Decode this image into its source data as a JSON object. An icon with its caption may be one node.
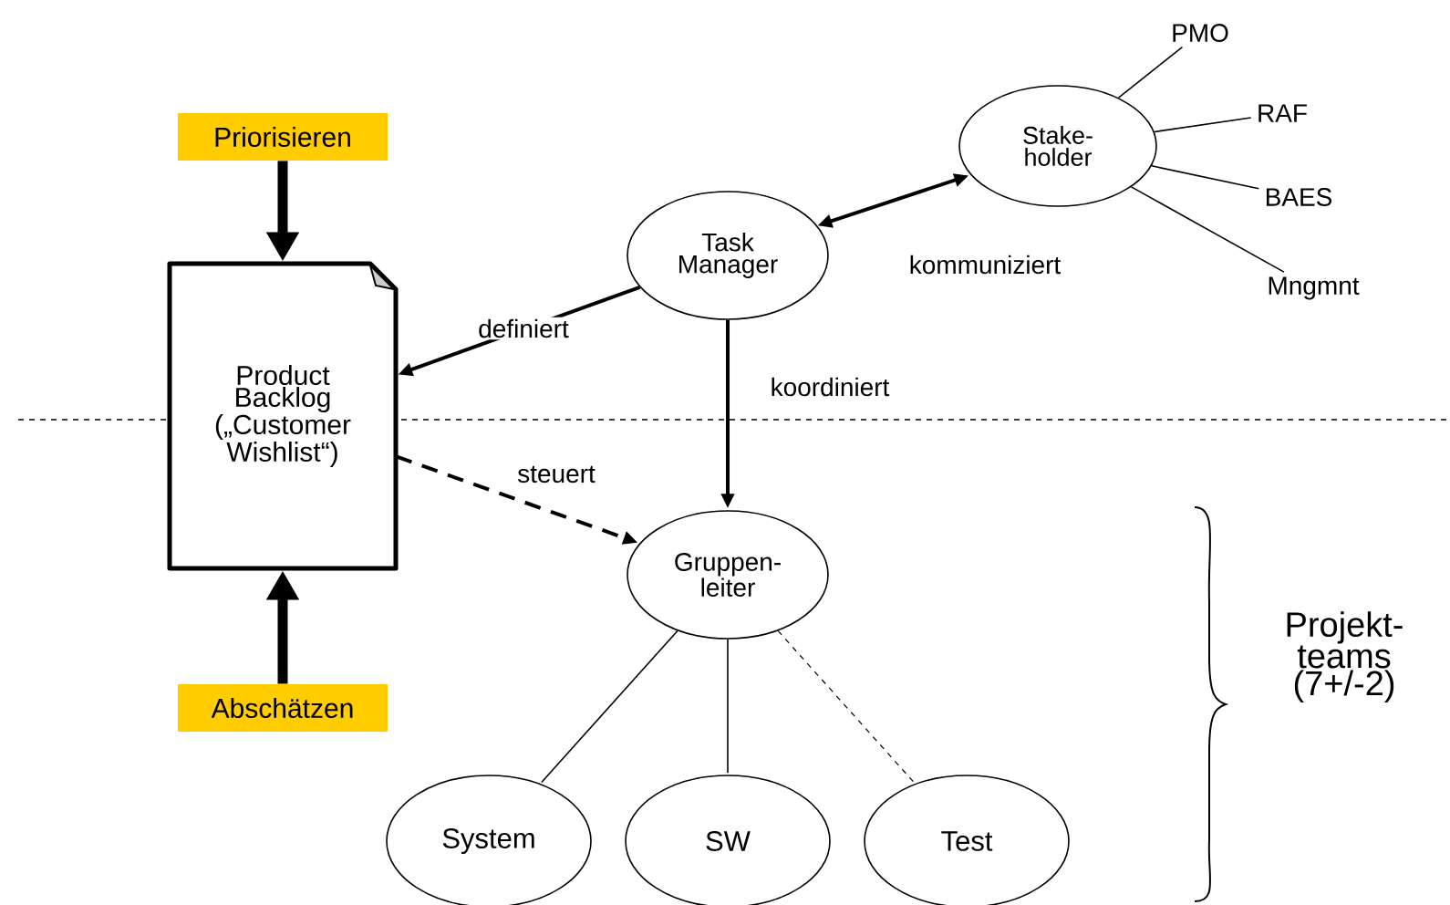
{
  "diagram": {
    "nodes": [
      {
        "text": [
          "Priorisieren"
        ]
      },
      {
        "text": [
          "Product Backlog („Customer Wishlist“)"
        ]
      },
      {
        "text": [
          "Abschätzen"
        ]
      },
      {
        "text": [
          "Stake- holder"
        ]
      },
      {
        "text": [
          "PMO"
        ]
      },
      {
        "text": [
          "RAF"
        ]
      },
      {
        "text": [
          "BAES"
        ]
      },
      {
        "text": [
          "Mngmnt"
        ]
      },
      {
        "text": [
          "Task Manager"
        ]
      },
      {
        "text": [
          "Gruppen- leiter"
        ]
      },
      {
        "text": [
          "System"
        ]
      },
      {
        "text": [
          "SW"
        ]
      },
      {
        "text": [
          "Test"
        ]
      }
    ],
    "edges": [
      {
        "from": 0,
        "to": 1,
        "arrow": "to",
        "style": "thick"
      },
      {
        "from": 2,
        "to": 1,
        "arrow": "to",
        "style": "thick"
      },
      {
        "from": 8,
        "to": 1,
        "arrow": "to",
        "label": "definiert"
      },
      {
        "from": 8,
        "to": 3,
        "arrow": "both",
        "label": "kommuniziert"
      },
      {
        "from": 8,
        "to": 9,
        "arrow": "to",
        "label": "koordiniert"
      },
      {
        "from": 1,
        "to": 9,
        "arrow": "to",
        "style": "dashed",
        "label": "steuert"
      },
      {
        "from": 3,
        "to": 4,
        "arrow": "none"
      },
      {
        "from": 3,
        "to": 5,
        "arrow": "none"
      },
      {
        "from": 3,
        "to": 6,
        "arrow": "none"
      },
      {
        "from": 3,
        "to": 7,
        "arrow": "none"
      },
      {
        "from": 9,
        "to": 10,
        "arrow": "none"
      },
      {
        "from": 9,
        "to": 11,
        "arrow": "none"
      },
      {
        "from": 9,
        "to": 12,
        "arrow": "none",
        "style": "dashed"
      }
    ],
    "labels": [
      "Projekt- teams (7+/-2)"
    ]
  }
}
